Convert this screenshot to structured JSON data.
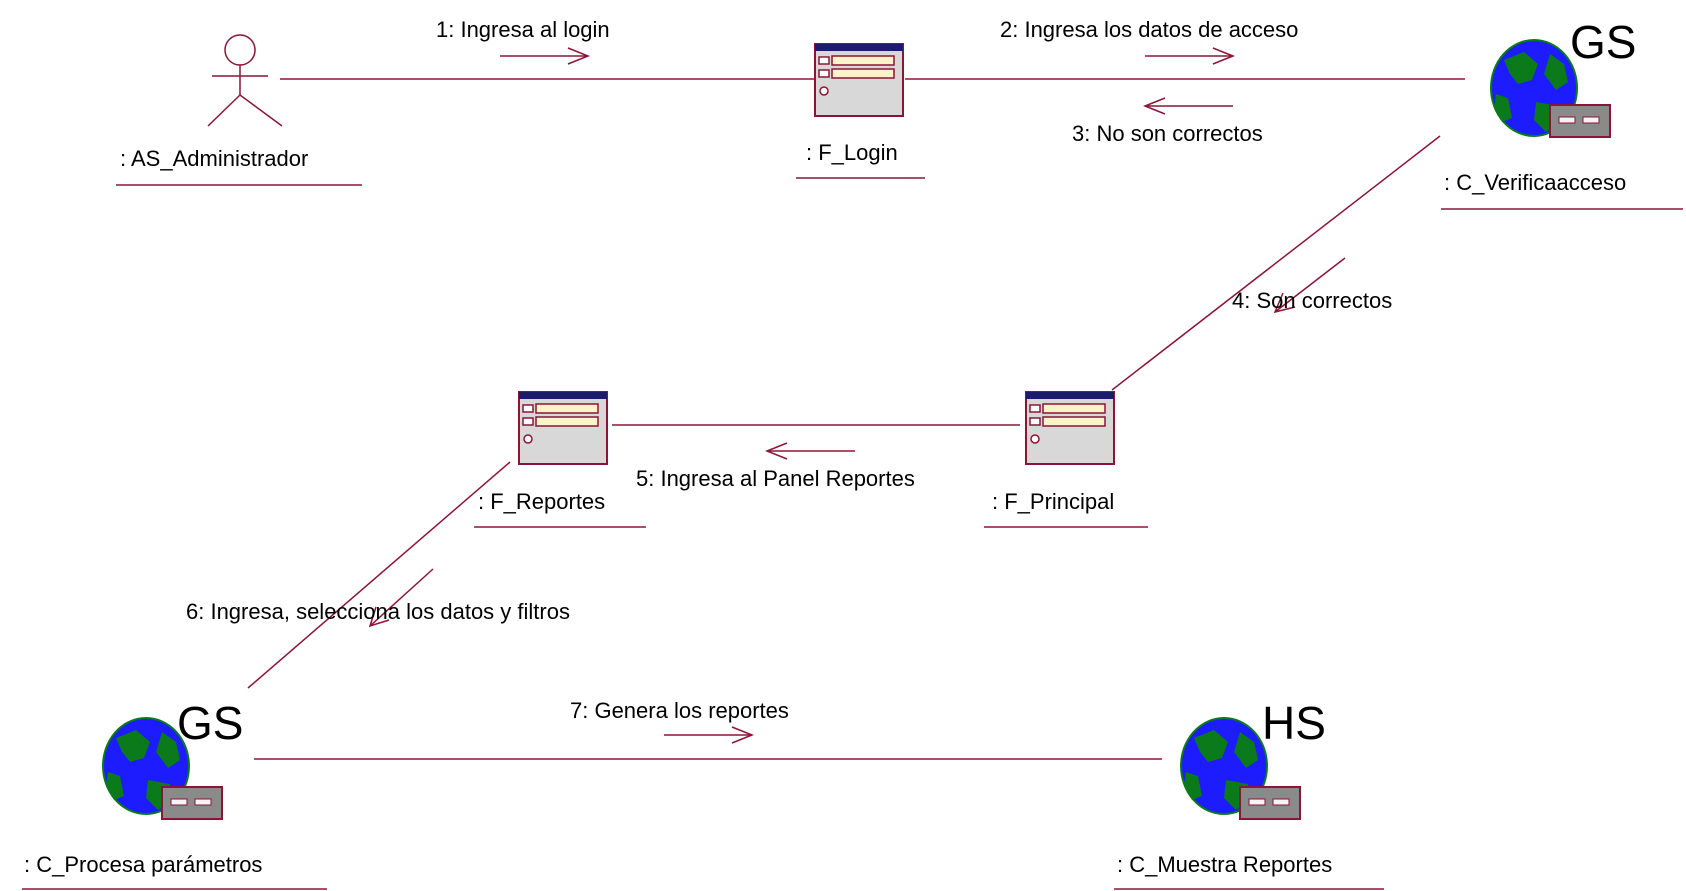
{
  "diagram": {
    "title": "",
    "colors": {
      "line": "#8b1538",
      "arrow": "#8b1538",
      "globe_ocean": "#1c1cff",
      "globe_land": "#0a7a1a",
      "server_box": "#8a8a8a",
      "form_header": "#1c1c6e",
      "form_field": "#fdf3c8",
      "text": "#000000"
    },
    "actor": {
      "label": ": AS_Administrador"
    },
    "objects": {
      "f_login": {
        "label": ": F_Login",
        "icon": "form-icon"
      },
      "c_verifica": {
        "label": ": C_Verificaacceso",
        "stereotype": "GS",
        "icon": "globe-server-icon"
      },
      "f_principal": {
        "label": ": F_Principal",
        "icon": "form-icon"
      },
      "f_reportes": {
        "label": ": F_Reportes",
        "icon": "form-icon"
      },
      "c_procesa": {
        "label": ": C_Procesa parámetros",
        "stereotype": "GS",
        "icon": "globe-server-icon"
      },
      "c_muestra": {
        "label": ": C_Muestra Reportes",
        "stereotype": "HS",
        "icon": "globe-server-icon"
      }
    },
    "messages": [
      {
        "number": 1,
        "text": "1: Ingresa al login"
      },
      {
        "number": 2,
        "text": "2: Ingresa los datos de acceso"
      },
      {
        "number": 3,
        "text": "3: No son correctos"
      },
      {
        "number": 4,
        "text": "4: Son correctos"
      },
      {
        "number": 5,
        "text": "5: Ingresa al Panel Reportes"
      },
      {
        "number": 6,
        "text": "6: Ingresa, selecciona los datos y filtros"
      },
      {
        "number": 7,
        "text": "7: Genera los reportes"
      }
    ]
  }
}
